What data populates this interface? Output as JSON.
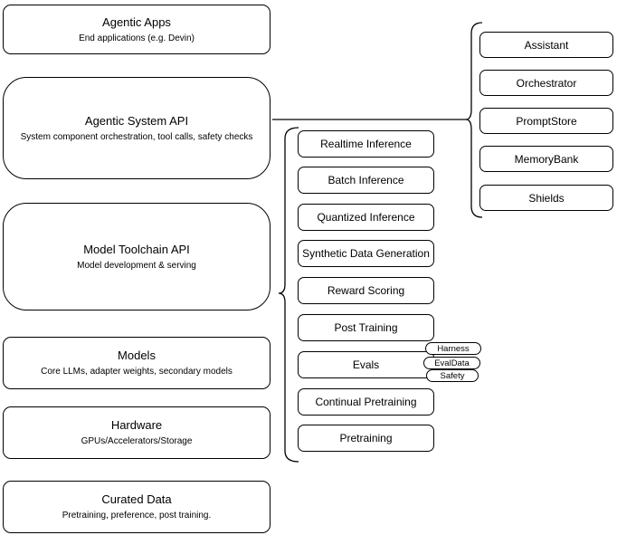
{
  "diagram": {
    "colors": {
      "stroke": "#000000",
      "node_fill": "#ffffff",
      "background": "#ffffff"
    },
    "left_stack": [
      {
        "title": "Agentic Apps",
        "subtitle": "End applications (e.g. Devin)"
      },
      {
        "title": "Agentic System API",
        "subtitle": "System component orchestration, tool calls, safety checks"
      },
      {
        "title": "Model Toolchain API",
        "subtitle": "Model development & serving"
      },
      {
        "title": "Models",
        "subtitle": "Core LLMs, adapter weights, secondary models"
      },
      {
        "title": "Hardware",
        "subtitle": "GPUs/Accelerators/Storage"
      },
      {
        "title": "Curated Data",
        "subtitle": "Pretraining, preference, post training."
      }
    ],
    "toolchain_stack": {
      "items": [
        "Realtime Inference",
        "Batch Inference",
        "Quantized Inference",
        "Synthetic Data Generation",
        "Reward Scoring",
        "Post Training",
        "Evals",
        "Continual Pretraining",
        "Pretraining"
      ]
    },
    "evals_tags": [
      "Harness",
      "EvalData",
      "Safety"
    ],
    "system_stack": {
      "items": [
        "Assistant",
        "Orchestrator",
        "PromptStore",
        "MemoryBank",
        "Shields"
      ]
    }
  }
}
